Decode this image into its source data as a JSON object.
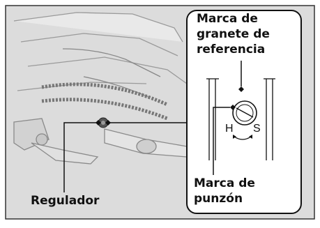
{
  "callout": {
    "reference_mark_lines": [
      "Marca de",
      "granete de",
      "referencia"
    ],
    "punch_mark_lines": [
      "Marca de",
      "punzón"
    ]
  },
  "labels": {
    "adjuster": "Regulador",
    "h_letter": "H",
    "s_letter": "S"
  },
  "colors": {
    "background": "#dcdcdc",
    "line": "#111111",
    "panel": "#ffffff"
  }
}
